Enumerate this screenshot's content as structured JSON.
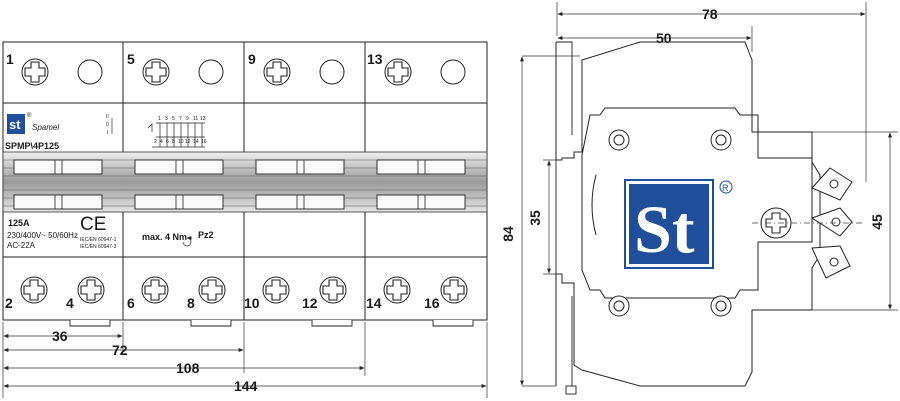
{
  "colors": {
    "line": "#222222",
    "logo_blue": "#1f4f9a",
    "band": "#d9d9d9",
    "band_dark": "#8a8a8a"
  },
  "front": {
    "terminals_top": [
      "1",
      "5",
      "9",
      "13"
    ],
    "terminals_bottom": [
      "2",
      "4",
      "6",
      "8",
      "10",
      "12",
      "14",
      "16"
    ],
    "brand": "Spamel",
    "registered": "®",
    "model": "SPMP\\4P125",
    "current": "125A",
    "voltage": "230/400V~ 50/60Hz",
    "category": "AC-22A",
    "std1": "IEC/EN 60947-1",
    "std2": "IEC/EN 60947-3",
    "ce": "CE",
    "torque": "max. 4 Nm",
    "screwdriver": "Pz2",
    "switch_positions": [
      "II",
      "0",
      "I"
    ],
    "schema_top": [
      "1",
      "3",
      "5",
      "7",
      "9",
      "11",
      "13"
    ],
    "schema_bottom": [
      "2",
      "4",
      "6",
      "8",
      "10",
      "12",
      "14",
      "16"
    ]
  },
  "front_dims": [
    "36",
    "72",
    "108",
    "144"
  ],
  "side_dims": {
    "depth_total": "78",
    "depth_front": "50",
    "height": "84",
    "rail": "35",
    "front_height": "45"
  },
  "side": {
    "logo_text": "St",
    "registered": "®"
  }
}
